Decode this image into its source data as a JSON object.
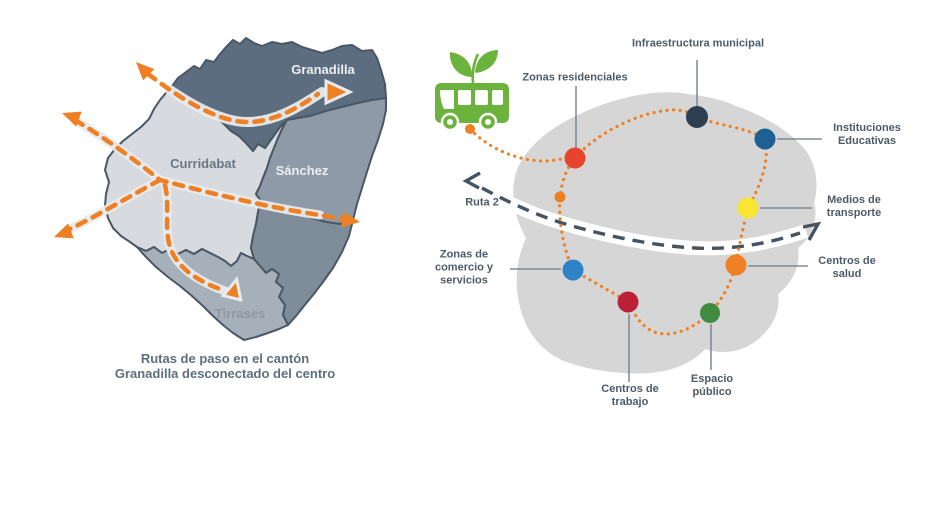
{
  "left_map": {
    "caption_line1": "Rutas de paso en el cantón",
    "caption_line2": "Granadilla desconectado del centro",
    "districts": [
      {
        "id": "granadilla",
        "label": "Granadilla",
        "fill": "#5c6d7f",
        "label_color": "#eceff1"
      },
      {
        "id": "curridabat",
        "label": "Curridabat",
        "fill": "#d7dbdf",
        "label_color": "#6a7683"
      },
      {
        "id": "sanchez",
        "label": "Sánchez",
        "fill": "#8e9aa7",
        "label_color": "#eceff1"
      },
      {
        "id": "sanchez-sur",
        "label": "",
        "fill": "#7f8c99",
        "label_color": "#eceff1"
      },
      {
        "id": "tirrases",
        "label": "Tirrases",
        "fill": "#a6b0ba",
        "label_color": "#8d98a3"
      }
    ]
  },
  "right_diagram": {
    "route_label": "Ruta 2",
    "bus_icon": "eco-bus-icon",
    "nodes": [
      {
        "label": "Zonas residenciales",
        "color": "#e8432b"
      },
      {
        "label": "Infraestructura municipal",
        "color": "#2d3e50"
      },
      {
        "label": "Instituciones\nEducativas",
        "color": "#1e5f94"
      },
      {
        "label": "Medios de\ntransporte",
        "color": "#f7e733"
      },
      {
        "label": "Centros de\nsalud",
        "color": "#ef8023"
      },
      {
        "label": "Espacio\npúblico",
        "color": "#3f8c40"
      },
      {
        "label": "Centros de\ntrabajo",
        "color": "#bc2038"
      },
      {
        "label": "Zonas de\ncomercio y\nservicios",
        "color": "#2d83c4"
      }
    ]
  },
  "colors": {
    "accent_orange": "#ee7f22",
    "slate_dark": "#47545f",
    "blob_gray": "#d6d6d6",
    "bus_green": "#6cb33e",
    "outline": "#4a5765",
    "halo": "#e8ebed"
  }
}
